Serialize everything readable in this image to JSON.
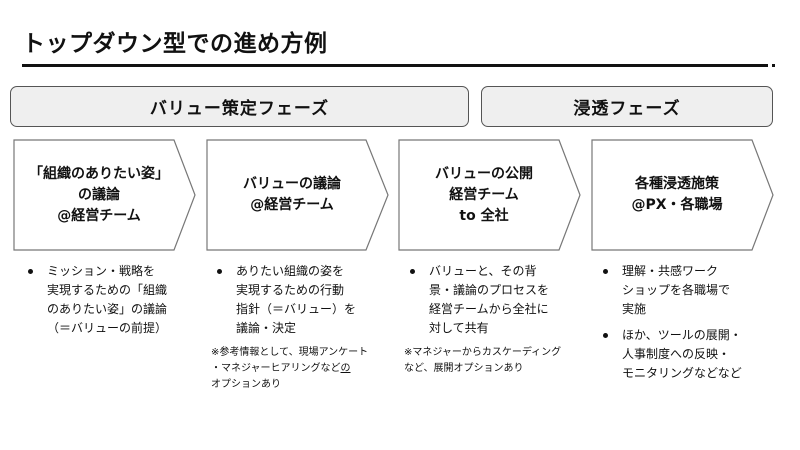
{
  "title": "トップダウン型での進め方例",
  "phases": {
    "value_setting": "バリュー策定フェーズ",
    "penetration": "浸透フェーズ"
  },
  "steps": [
    {
      "lines": [
        "「組織のありたい姿」",
        "の議論",
        "@経営チーム"
      ]
    },
    {
      "lines": [
        "バリューの議論",
        "@経営チーム"
      ]
    },
    {
      "lines": [
        "バリューの公開",
        "経営チーム",
        "to 全社"
      ]
    },
    {
      "lines": [
        "各種浸透施策",
        "@PX・各職場"
      ]
    }
  ],
  "descriptions": [
    {
      "bullets": [
        [
          "ミッション・戦略を",
          "実現するための「組織",
          "のありたい姿」の議論",
          "（＝バリューの前提）"
        ]
      ]
    },
    {
      "bullets": [
        [
          "ありたい組織の姿を",
          "実現するための行動",
          "指針（＝バリュー）を",
          "議論・決定"
        ]
      ],
      "note": {
        "line1": "※参考情報として、現場アンケート",
        "line2_a": "・マネジャーヒアリングなど",
        "line2_b": "の",
        "line3": "オプションあり"
      }
    },
    {
      "bullets": [
        [
          "バリューと、その背",
          "景・議論のプロセスを",
          "経営チームから全社に",
          "対して共有"
        ]
      ],
      "note": {
        "line1": "※マネジャーからカスケーディング",
        "line2": "など、展開オプションあり"
      }
    },
    {
      "bullets": [
        [
          "理解・共感ワーク",
          "ショップを各職場で",
          "実施"
        ],
        [
          "ほか、ツールの展開・",
          "人事制度への反映・",
          "モニタリングなどなど"
        ]
      ]
    }
  ]
}
